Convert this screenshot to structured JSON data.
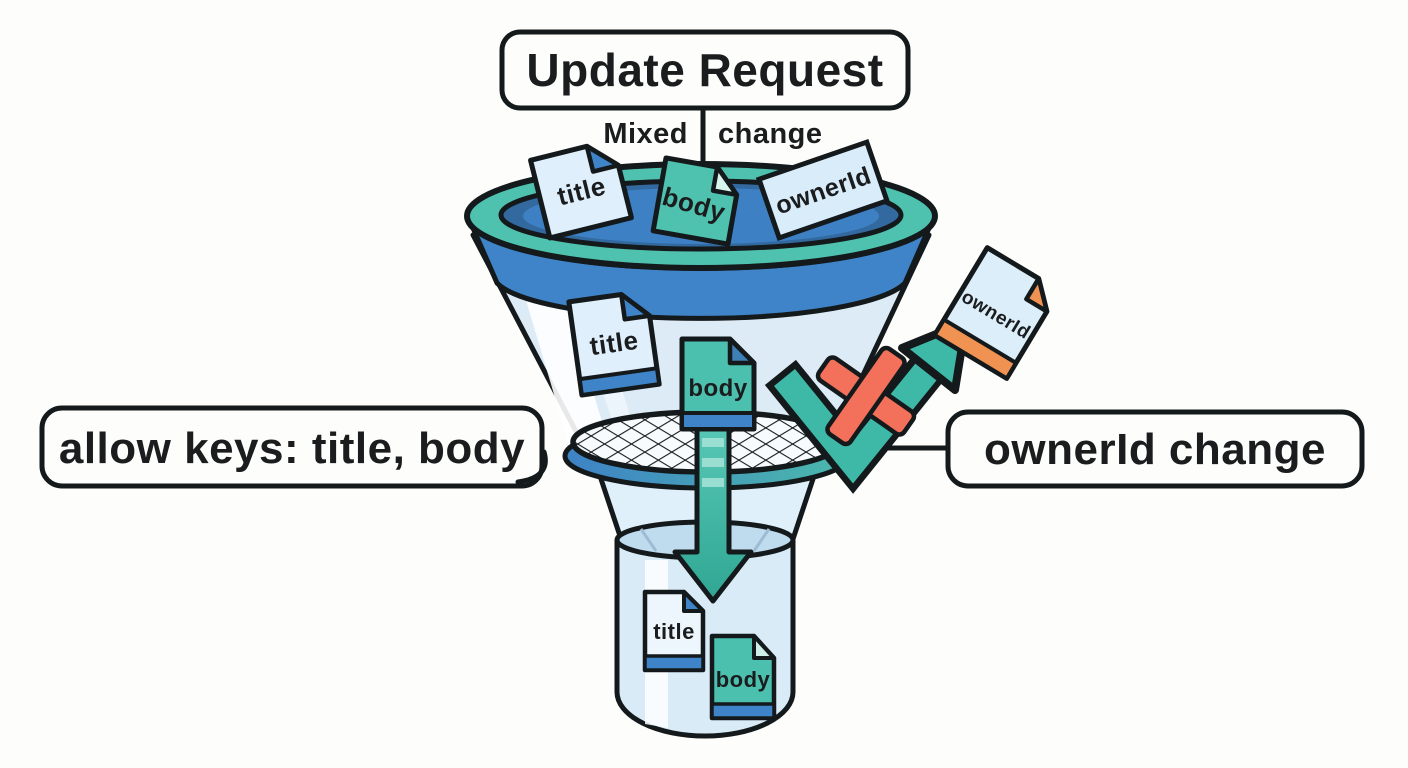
{
  "labels": {
    "update_request": "Update Request",
    "stream_left": "Mixed",
    "stream_right": "change",
    "allow_keys": "allow keys: title, body",
    "rejected": "ownerId change"
  },
  "docs": {
    "incoming": [
      {
        "label": "title"
      },
      {
        "label": "body"
      },
      {
        "label": "ownerId"
      }
    ],
    "in_funnel": [
      {
        "label": "title"
      },
      {
        "label": "body"
      }
    ],
    "rejected": {
      "label": "ownerId"
    },
    "output": [
      {
        "label": "title"
      },
      {
        "label": "body"
      }
    ]
  },
  "colors": {
    "teal": "#4FC2AF",
    "blue": "#3F84C8",
    "dark_blue": "#32699F",
    "glass_blue": "#E2F1FA",
    "doc_light_blue": "#DFEFFB",
    "orange": "#F09251",
    "coral_x": "#F3705A",
    "outline": "#14191C",
    "background": "#FDFDFB"
  }
}
